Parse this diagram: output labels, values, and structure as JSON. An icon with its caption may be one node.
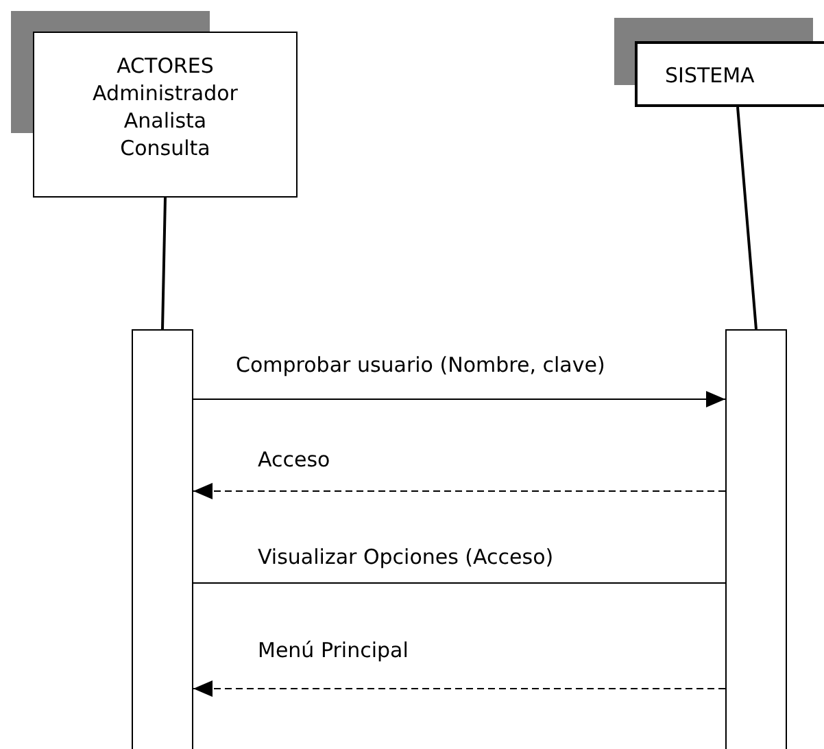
{
  "diagram": {
    "nodes": [
      {
        "text": [
          "ACTORES",
          "Administrador",
          "Analista",
          "Consulta"
        ]
      },
      {
        "text": [
          "SISTEMA"
        ]
      },
      {
        "text": [],
        "shape": "bar"
      },
      {
        "text": [],
        "shape": "bar"
      }
    ],
    "edges": [
      {
        "from": 0,
        "to": 2,
        "arrow": "none"
      },
      {
        "from": 1,
        "to": 3,
        "arrow": "none"
      },
      {
        "from": 2,
        "to": 3,
        "arrow": "to",
        "label": "Comprobar usuario (Nombre, clave)"
      },
      {
        "from": 3,
        "to": 2,
        "arrow": "to",
        "label": "Acceso",
        "style": "dashed"
      },
      {
        "from": 2,
        "to": 3,
        "arrow": "none",
        "label": "Visualizar Opciones (Acceso)"
      },
      {
        "from": 3,
        "to": 2,
        "arrow": "to",
        "label": "Menú Principal",
        "style": "dashed"
      }
    ]
  }
}
